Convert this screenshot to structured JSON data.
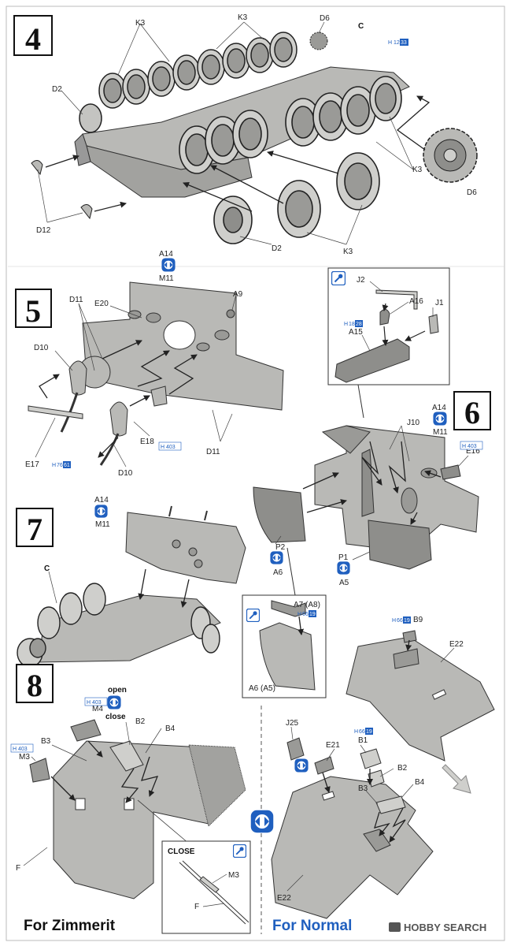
{
  "steps": {
    "s4": {
      "number": "4",
      "labels": {
        "k3a": "K3",
        "k3b": "K3",
        "d6a": "D6",
        "c": "C",
        "d2a": "D2",
        "d12": "D12",
        "d2b": "D2",
        "k3c": "K3",
        "k3d": "K3",
        "d6b": "D6"
      },
      "ref": {
        "h": "H",
        "num": "12",
        "box": "33"
      }
    },
    "s5": {
      "number": "5",
      "labels": {
        "a14": "A14",
        "m11": "M11",
        "a9": "A9",
        "d11a": "D11",
        "e20": "E20",
        "d10a": "D10",
        "e17": "E17",
        "e18": "E18",
        "d10b": "D10",
        "d11b": "D11"
      },
      "ref1": {
        "h": "H",
        "num": "76",
        "box": "61"
      },
      "ref2": {
        "h": "H",
        "num": "403"
      }
    },
    "s6": {
      "number": "6",
      "labels": {
        "j2": "J2",
        "a16": "A16",
        "j1": "J1",
        "a15": "A15",
        "a14": "A14",
        "m11": "M11",
        "j10": "J10",
        "e16": "E16",
        "p2": "P2",
        "a6": "A6",
        "p1": "P1",
        "a5": "A5",
        "a7": "A7 (A8)",
        "a6a5": "A6 (A5)"
      },
      "ref1": {
        "h": "H",
        "num": "18",
        "box": "28"
      },
      "ref2": {
        "h": "H",
        "num": "403"
      },
      "ref3": {
        "h": "H",
        "num": "66",
        "box": "19"
      }
    },
    "s7": {
      "number": "7",
      "labels": {
        "a14": "A14",
        "m11": "M11",
        "c": "C"
      }
    },
    "s8": {
      "number": "8",
      "labels": {
        "open": "open",
        "m4": "M4",
        "close": "close",
        "b2": "B2",
        "b4": "B4",
        "b3": "B3",
        "m3": "M3",
        "f": "F",
        "closehd": "CLOSE",
        "m3b": "M3",
        "fb": "F",
        "b9": "B9",
        "e22a": "E22",
        "j25": "J25",
        "e21": "E21",
        "b1": "B1",
        "b2b": "B2",
        "b3b": "B3",
        "b4b": "B4",
        "e22b": "E22"
      },
      "ref1": {
        "h": "H",
        "num": "403"
      },
      "ref2": {
        "h": "H",
        "num": "403"
      },
      "ref3": {
        "h": "H",
        "num": "66",
        "box": "19"
      },
      "ref4": {
        "h": "H",
        "num": "66",
        "box": "19"
      }
    }
  },
  "footer": {
    "zimmerit": "For Zimmerit",
    "normal": "For Normal",
    "watermark": "HOBBY SEARCH"
  },
  "colors": {
    "accent": "#1f5fbf",
    "part": "#b9b9b6",
    "partDark": "#8e8e8b",
    "line": "#333333",
    "text": "#222222"
  }
}
